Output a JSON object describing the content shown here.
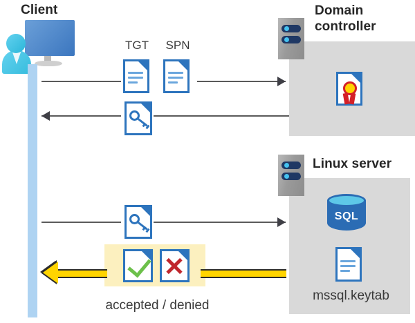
{
  "diagram": {
    "title": "Kerberos authentication flow between client, domain controller and Linux server",
    "colors": {
      "panel_gray": "#d9d9d9",
      "lifeline_blue": "#aed3f2",
      "highlight_yellow": "#fcf0bf",
      "arrow_yellow": "#ffd400",
      "line_gray": "#5a5a5a",
      "doc_blue": "#2d74bd",
      "accept_green": "#6cc04a",
      "deny_red": "#c0272d",
      "sql_blue": "#2b6cb4"
    }
  },
  "client": {
    "title": "Client",
    "icon": "user-with-monitor-icon"
  },
  "domain_controller": {
    "title_line1": "Domain",
    "title_line2": "controller",
    "icon": "server-rack-icon",
    "content_icon": "certificate-document-icon"
  },
  "linux_server": {
    "title": "Linux server",
    "icon": "server-rack-icon",
    "database_label": "SQL",
    "database_icon": "sql-database-icon",
    "keytab_icon": "document-icon",
    "keytab_label": "mssql.keytab"
  },
  "messages": {
    "request1": {
      "labels": [
        "TGT",
        "SPN"
      ],
      "doc1_icon": "document-icon",
      "doc2_icon": "document-icon",
      "direction": "client-to-domain-controller"
    },
    "reply1": {
      "doc_icon": "document-key-icon",
      "direction": "domain-controller-to-client"
    },
    "request2": {
      "doc_icon": "document-key-icon",
      "direction": "client-to-linux-server"
    },
    "response": {
      "accepted_icon": "document-check-icon",
      "denied_icon": "document-x-icon",
      "label": "accepted / denied",
      "direction": "linux-server-to-client"
    }
  }
}
